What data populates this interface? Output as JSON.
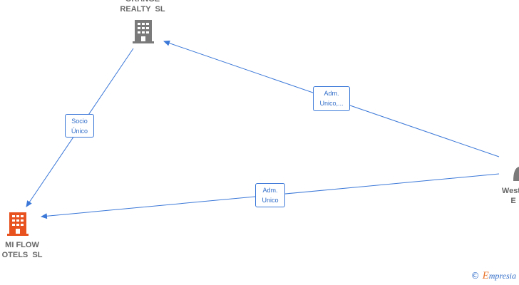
{
  "colors": {
    "edge": "#3b78d8",
    "building_gray": "#7a7a7a",
    "building_orange": "#e8521f",
    "person_gray": "#7a7a7a"
  },
  "nodes": {
    "orange_realty": {
      "label": "ORANGE\nREALTY  SL",
      "icon": "building-icon"
    },
    "mi_flow": {
      "label": "MI FLOW\nOTELS  SL",
      "icon": "building-icon"
    },
    "western": {
      "label": "Weste\nE",
      "icon": "person-icon"
    }
  },
  "edges": {
    "socio_unico": {
      "label": "Socio\nÚnico"
    },
    "adm_unico_ellipsis": {
      "label": "Adm.\nUnico,..."
    },
    "adm_unico": {
      "label": "Adm.\nUnico"
    }
  },
  "brand": {
    "copyright": "©",
    "initial": "E",
    "name": "mpresia"
  }
}
